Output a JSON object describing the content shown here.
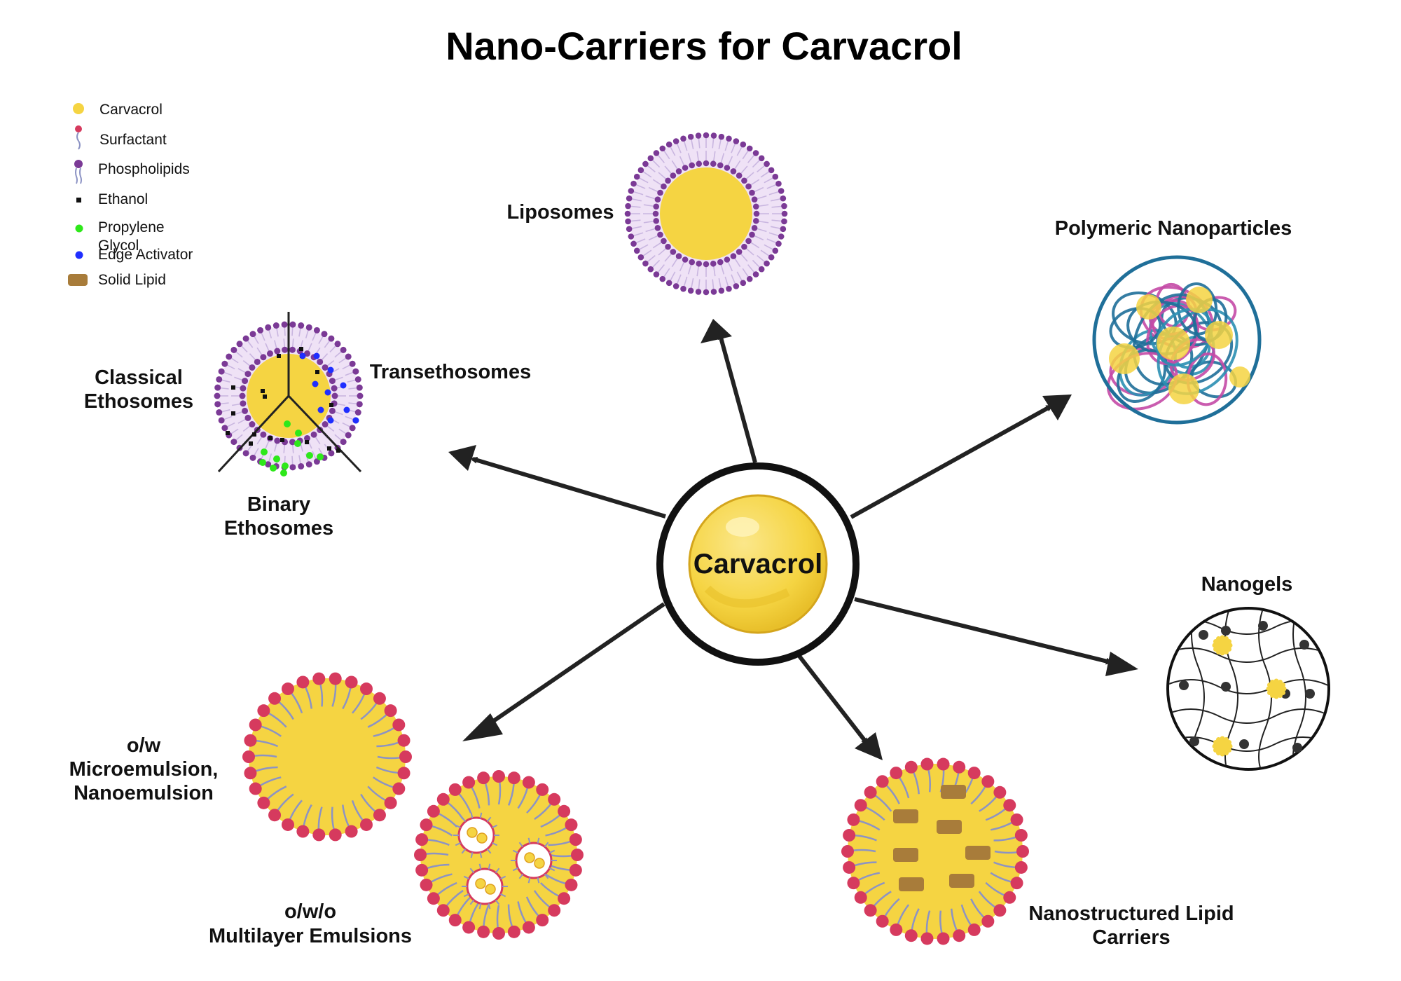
{
  "title": "Nano-Carriers for Carvacrol",
  "center": {
    "label": "Carvacrol"
  },
  "legend": [
    {
      "label": "Carvacrol",
      "icon": "carvacrol-dot-icon",
      "color": "#f5d442"
    },
    {
      "label": "Surfactant",
      "icon": "surfactant-icon",
      "color": "#d63a5e"
    },
    {
      "label": "Phospholipids",
      "icon": "phospholipid-icon",
      "color": "#7b3a96"
    },
    {
      "label": "Ethanol",
      "icon": "ethanol-square-icon",
      "color": "#111111"
    },
    {
      "label_lines": [
        "Propylene",
        "Glycol"
      ],
      "icon": "propylene-glycol-dot-icon",
      "color": "#2ee81a"
    },
    {
      "label": "Edge Activator",
      "icon": "edge-activator-dot-icon",
      "color": "#1f2eff"
    },
    {
      "label": "Solid Lipid",
      "icon": "solid-lipid-block-icon",
      "color": "#a87c3a"
    }
  ],
  "carriers": {
    "liposomes": "Liposomes",
    "polymeric": "Polymeric Nanoparticles",
    "classical_ethosomes": [
      "Classical",
      "Ethosomes"
    ],
    "transethosomes": "Transethosomes",
    "binary_ethosomes": [
      "Binary",
      "Ethosomes"
    ],
    "nanogels": "Nanogels",
    "microemulsion": [
      "o/w",
      "Microemulsion,",
      "Nanoemulsion"
    ],
    "multilayer": [
      "o/w/o",
      "Multilayer Emulsions"
    ],
    "nlc": [
      "Nanostructured Lipid",
      "Carriers"
    ]
  },
  "colors": {
    "carvacrol": "#f5d442",
    "surfactant_head": "#d63a5e",
    "phospholipid_head": "#7b3a96",
    "tail": "#8c93c4",
    "lipid_tail": "#c9b6e0",
    "solid_lipid": "#a87c3a",
    "polymer_pink": "#c44aa6",
    "polymer_blue": "#1f6f99",
    "arrow": "#222222"
  }
}
